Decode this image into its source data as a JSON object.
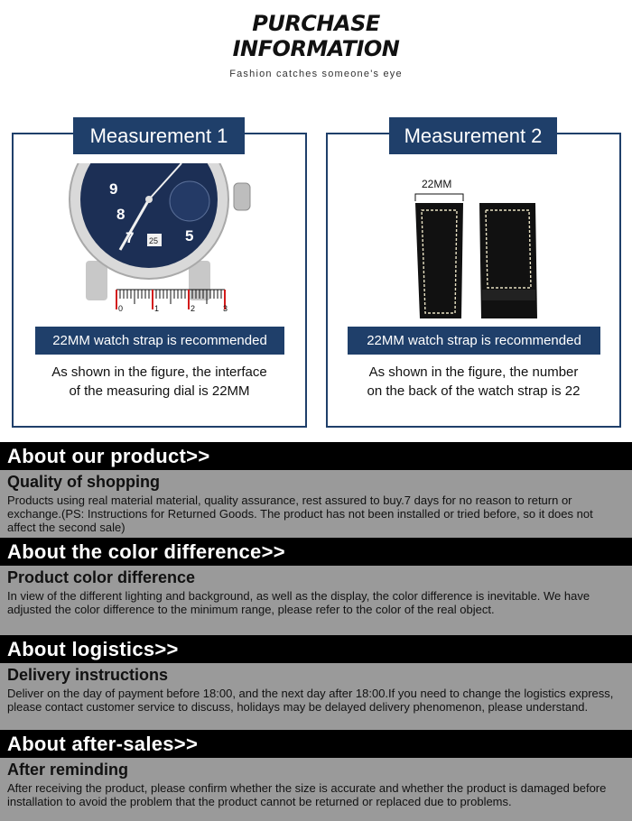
{
  "header": {
    "title_line1": "PURCHASE",
    "title_line2": "INFORMATION",
    "subtitle": "Fashion catches someone's eye"
  },
  "measurements": [
    {
      "tab": "Measurement 1",
      "recommend": "22MM watch strap is recommended",
      "desc_line1": "As shown in the figure, the interface",
      "desc_line2": "of the measuring dial is 22MM",
      "ruler_labels": [
        "0",
        "1",
        "2",
        "3"
      ],
      "dial_numbers": [
        "9",
        "8",
        "7",
        "5"
      ],
      "date_window": "25"
    },
    {
      "tab": "Measurement 2",
      "recommend": "22MM watch strap is recommended",
      "desc_line1": "As shown in the figure, the number",
      "desc_line2": "on the back of the watch strap is 22",
      "width_label": "22MM"
    }
  ],
  "sections": [
    {
      "heading": "About our product>>",
      "subtitle": "Quality of shopping",
      "text": "Products using real material material, quality assurance, rest assured to buy.7 days for no reason to return or exchange.(PS: Instructions for Returned Goods. The product has not been installed or tried before, so it does not affect the second sale)"
    },
    {
      "heading": "About the color difference>>",
      "subtitle": "Product color difference",
      "text": "In view of the different lighting and background, as well as the display, the color difference is inevitable. We have adjusted the color difference to the minimum range, please refer to the color of the real object."
    },
    {
      "heading": "About logistics>>",
      "subtitle": "Delivery instructions",
      "text": "Deliver on the day of payment before 18:00, and the next day after 18:00.If you need to change the logistics express, please contact customer service to discuss, holidays may be delayed delivery phenomenon, please understand."
    },
    {
      "heading": "About after-sales>>",
      "subtitle": "After reminding",
      "text": "After receiving the product, please confirm whether the size is accurate and whether the product is damaged before installation to avoid the problem that the product cannot be returned or replaced due to problems."
    }
  ],
  "colors": {
    "navy": "#1f3f6a",
    "section_head_bg": "#000000",
    "section_body_bg": "#9a9a9a"
  }
}
